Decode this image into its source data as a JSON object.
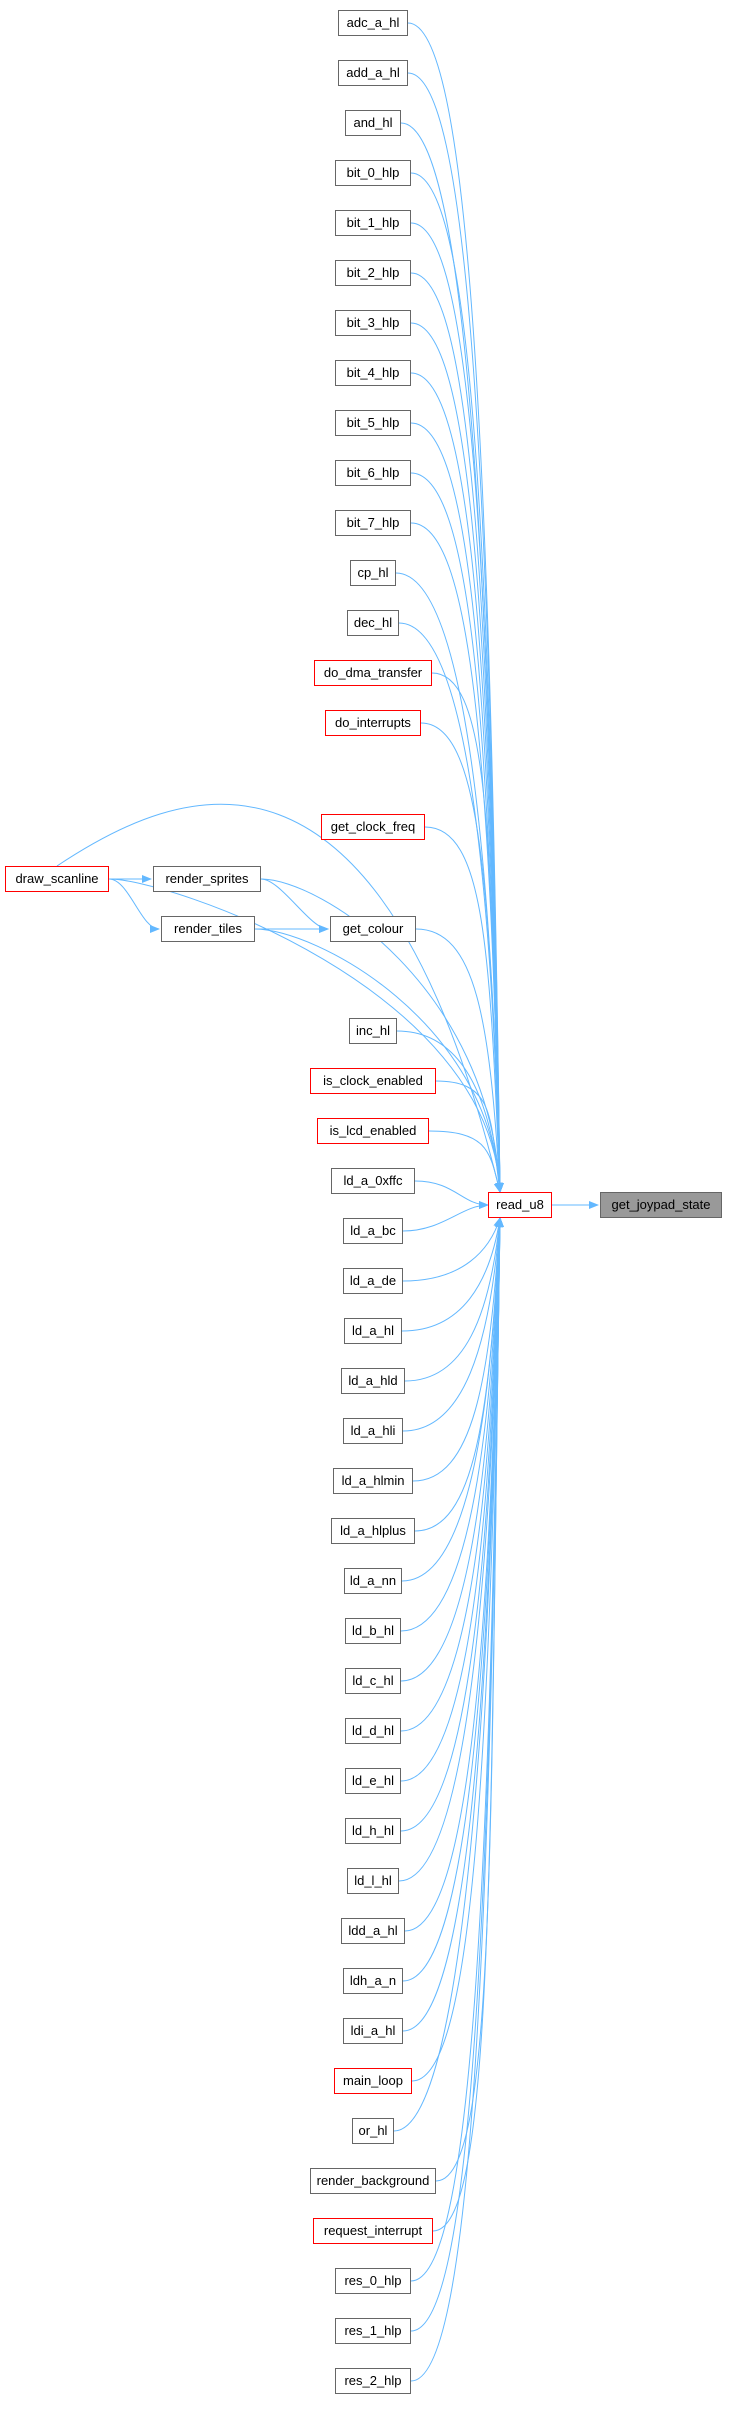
{
  "graph": {
    "target": "get_joypad_state",
    "hub": "read_u8",
    "edge_color": "#63b8ff",
    "node_border_color": "#666666",
    "incomplete_node_border_color": "#ff0000",
    "target_fill": "#999999",
    "caller_functions": [
      {
        "id": "adc_a_hl",
        "label": "adc_a_hl",
        "incomplete": false
      },
      {
        "id": "add_a_hl",
        "label": "add_a_hl",
        "incomplete": false
      },
      {
        "id": "and_hl",
        "label": "and_hl",
        "incomplete": false
      },
      {
        "id": "bit_0_hlp",
        "label": "bit_0_hlp",
        "incomplete": false
      },
      {
        "id": "bit_1_hlp",
        "label": "bit_1_hlp",
        "incomplete": false
      },
      {
        "id": "bit_2_hlp",
        "label": "bit_2_hlp",
        "incomplete": false
      },
      {
        "id": "bit_3_hlp",
        "label": "bit_3_hlp",
        "incomplete": false
      },
      {
        "id": "bit_4_hlp",
        "label": "bit_4_hlp",
        "incomplete": false
      },
      {
        "id": "bit_5_hlp",
        "label": "bit_5_hlp",
        "incomplete": false
      },
      {
        "id": "bit_6_hlp",
        "label": "bit_6_hlp",
        "incomplete": false
      },
      {
        "id": "bit_7_hlp",
        "label": "bit_7_hlp",
        "incomplete": false
      },
      {
        "id": "cp_hl",
        "label": "cp_hl",
        "incomplete": false
      },
      {
        "id": "dec_hl",
        "label": "dec_hl",
        "incomplete": false
      },
      {
        "id": "do_dma_transfer",
        "label": "do_dma_transfer",
        "incomplete": true
      },
      {
        "id": "do_interrupts",
        "label": "do_interrupts",
        "incomplete": true
      },
      {
        "id": "get_clock_freq",
        "label": "get_clock_freq",
        "incomplete": true
      },
      {
        "id": "draw_scanline",
        "label": "draw_scanline",
        "incomplete": true
      },
      {
        "id": "render_sprites",
        "label": "render_sprites",
        "incomplete": false
      },
      {
        "id": "render_tiles",
        "label": "render_tiles",
        "incomplete": false
      },
      {
        "id": "get_colour",
        "label": "get_colour",
        "incomplete": false
      },
      {
        "id": "inc_hl",
        "label": "inc_hl",
        "incomplete": false
      },
      {
        "id": "is_clock_enabled",
        "label": "is_clock_enabled",
        "incomplete": true
      },
      {
        "id": "is_lcd_enabled",
        "label": "is_lcd_enabled",
        "incomplete": true
      },
      {
        "id": "ld_a_0xffc",
        "label": "ld_a_0xffc",
        "incomplete": false
      },
      {
        "id": "ld_a_bc",
        "label": "ld_a_bc",
        "incomplete": false
      },
      {
        "id": "ld_a_de",
        "label": "ld_a_de",
        "incomplete": false
      },
      {
        "id": "ld_a_hl",
        "label": "ld_a_hl",
        "incomplete": false
      },
      {
        "id": "ld_a_hld",
        "label": "ld_a_hld",
        "incomplete": false
      },
      {
        "id": "ld_a_hli",
        "label": "ld_a_hli",
        "incomplete": false
      },
      {
        "id": "ld_a_hlmin",
        "label": "ld_a_hlmin",
        "incomplete": false
      },
      {
        "id": "ld_a_hlplus",
        "label": "ld_a_hlplus",
        "incomplete": false
      },
      {
        "id": "ld_a_nn",
        "label": "ld_a_nn",
        "incomplete": false
      },
      {
        "id": "ld_b_hl",
        "label": "ld_b_hl",
        "incomplete": false
      },
      {
        "id": "ld_c_hl",
        "label": "ld_c_hl",
        "incomplete": false
      },
      {
        "id": "ld_d_hl",
        "label": "ld_d_hl",
        "incomplete": false
      },
      {
        "id": "ld_e_hl",
        "label": "ld_e_hl",
        "incomplete": false
      },
      {
        "id": "ld_h_hl",
        "label": "ld_h_hl",
        "incomplete": false
      },
      {
        "id": "ld_l_hl",
        "label": "ld_l_hl",
        "incomplete": false
      },
      {
        "id": "ldd_a_hl",
        "label": "ldd_a_hl",
        "incomplete": false
      },
      {
        "id": "ldh_a_n",
        "label": "ldh_a_n",
        "incomplete": false
      },
      {
        "id": "ldi_a_hl",
        "label": "ldi_a_hl",
        "incomplete": false
      },
      {
        "id": "main_loop",
        "label": "main_loop",
        "incomplete": true
      },
      {
        "id": "or_hl",
        "label": "or_hl",
        "incomplete": false
      },
      {
        "id": "render_background",
        "label": "render_background",
        "incomplete": false
      },
      {
        "id": "request_interrupt",
        "label": "request_interrupt",
        "incomplete": true
      },
      {
        "id": "res_0_hlp",
        "label": "res_0_hlp",
        "incomplete": false
      },
      {
        "id": "res_1_hlp",
        "label": "res_1_hlp",
        "incomplete": false
      },
      {
        "id": "res_2_hlp",
        "label": "res_2_hlp",
        "incomplete": false
      }
    ],
    "hub_label": "read_u8",
    "target_label": "get_joypad_state",
    "extra_edges": [
      {
        "from": "draw_scanline",
        "to": "render_sprites"
      },
      {
        "from": "draw_scanline",
        "to": "render_tiles"
      },
      {
        "from": "render_sprites",
        "to": "get_colour"
      },
      {
        "from": "render_tiles",
        "to": "get_colour"
      }
    ]
  }
}
